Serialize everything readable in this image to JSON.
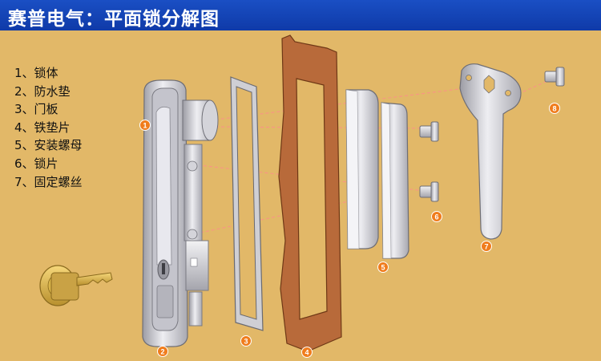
{
  "title": "赛普电气：平面锁分解图",
  "legend": [
    "1、锁体",
    "2、防水垫",
    "3、门板",
    "4、铁垫片",
    "5、安装螺母",
    "6、锁片",
    "7、固定螺丝"
  ],
  "callouts": [
    "1",
    "2",
    "3",
    "4",
    "5",
    "6",
    "7",
    "8"
  ],
  "colors": {
    "background": "#e2b868",
    "header": "#1a4fc4",
    "callout": "#f07c1c",
    "door_panel": "#b86a3a",
    "metal": "#d8d8dc",
    "leader_line": "#ff8c8c"
  },
  "icons": [
    "key",
    "flat-lock-body",
    "waterproof-gasket",
    "door-panel",
    "iron-washer",
    "mounting-nut",
    "screw",
    "locking-plate"
  ]
}
